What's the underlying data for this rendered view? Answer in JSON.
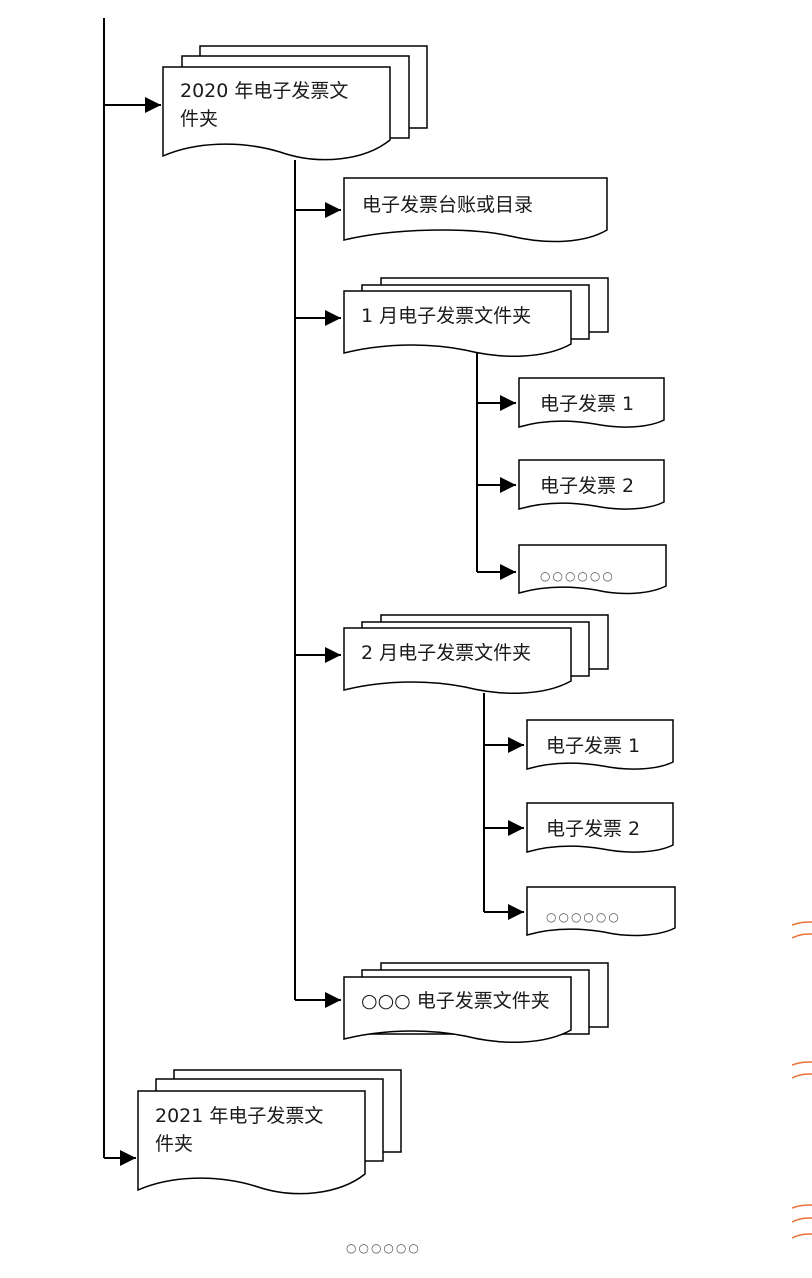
{
  "diagram": {
    "folder_2020": "2020 年电子发票文\n件夹",
    "ledger": "电子发票台账或目录",
    "month1": {
      "label": "1 月电子发票文件夹",
      "invoice1": "电子发票 1",
      "invoice2": "电子发票 2",
      "more": "○○○○○○"
    },
    "month2": {
      "label": "2 月电子发票文件夹",
      "invoice1": "电子发票 1",
      "invoice2": "电子发票 2",
      "more": "○○○○○○"
    },
    "more_folders": "○○○ 电子发票文件夹",
    "folder_2021": "2021 年电子发票文\n件夹",
    "bottom_more": "○○○○○○"
  },
  "colors": {
    "line": "#000000",
    "text": "#1a1a1a",
    "decor_accent": "#e8743a"
  }
}
